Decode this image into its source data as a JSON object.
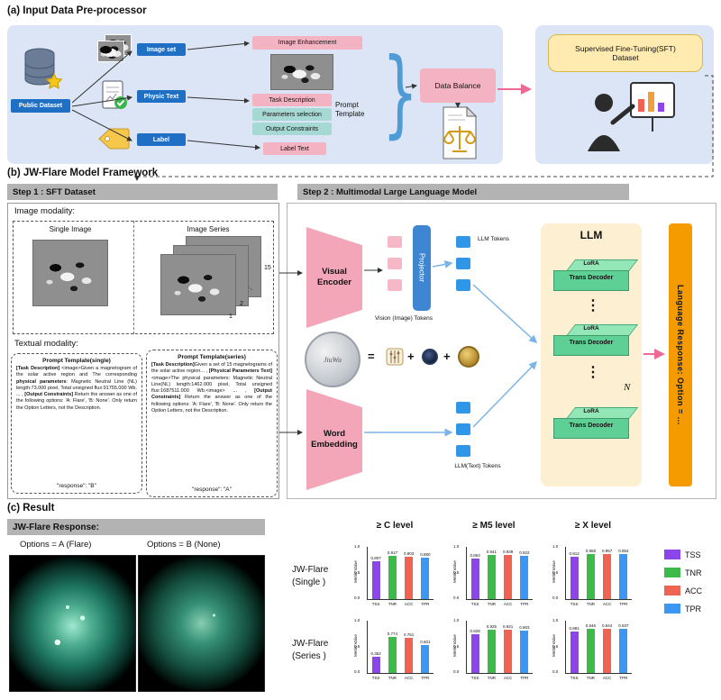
{
  "panel_a": {
    "title": "(a)  Input Data Pre-processor",
    "public_dataset": "Public Dataset",
    "image_set": "Image set",
    "physic_text": "Physic Text",
    "label": "Label",
    "image_enhancement": "Image Enhancement",
    "task_description": "Task Description",
    "parameters_selection": "Parameters selection",
    "output_constraints": "Output Constraints",
    "prompt_template": "Prompt Template",
    "label_text": "Label Text",
    "data_balance": "Data Balance",
    "brace": "}",
    "sft_line1": "Supervised Fine-Tuning(SFT)",
    "sft_line2": "Dataset"
  },
  "panel_b": {
    "title": "(b)  JW-Flare Model Framework",
    "step1_header": "Step 1 : SFT Dataset",
    "step2_header": "Step 2 : Multimodal  Large Language Model",
    "image_modality": "Image modality:",
    "single_image": "Single Image",
    "image_series": "Image Series",
    "series_count": "15",
    "series_num2": "2",
    "series_num1": "1",
    "series_ellipsis": "...",
    "textual_modality": "Textual modality:",
    "prompt_single": {
      "title": "Prompt Template(single)",
      "segments": [
        {
          "bold": "[Task Description] ",
          "text": "<image>Given a magnetogram of the solar active region and The corresponding "
        },
        {
          "bold": "physical parameters",
          "text": ": Magnetic Neutral Line (NL) length:73.000 pixel, Total unsigned flux:91755.000 Wb. ... , "
        },
        {
          "bold": "[Output Constraints] ",
          "text": "Return the answer as one of the following options: 'A: Flare', 'B: None'. Only return the Option Letters, not the Description."
        }
      ],
      "response": "\"response\": \"B\""
    },
    "prompt_series": {
      "title": "Prompt Template(series)",
      "segments": [
        {
          "bold": "[Task Description]",
          "text": "Given a set of 15 magnetograms of the solar active region... , "
        },
        {
          "bold": "[Physical Parameters Text]",
          "text": "<image>The physical parameters: Magnetic Neutral Line(NL) length:1462.000 pixel, Total unsigned flux:1687511.000 Wb.<image> ... , "
        },
        {
          "bold": "[Output Constraints] ",
          "text": "Return the answer as one of the following options: 'A: Flare', 'B: None'. Only return the Option Letters, not the Description."
        }
      ],
      "response": "\"response\": \"A\""
    },
    "visual_encoder": "Visual Encoder",
    "projector": "Projector",
    "vision_tokens": "Vision (Image) Tokens",
    "llm_tokens": "LLM Tokens",
    "word_embedding": "Word Embedding",
    "llm_text_tokens": "LLM(Text) Tokens",
    "llm": "LLM",
    "lora": "LoRA",
    "trans_decoder": "Trans Decoder",
    "n": "N",
    "jiuwu": "JiuWu",
    "equals": "=",
    "plus": "+",
    "vdots": "⋮",
    "response_box": "Language Response: Option = ..."
  },
  "panel_c": {
    "title": "(c) Result",
    "header": "JW-Flare Response:",
    "option_a": "Options = A (Flare)",
    "option_b": "Options = B (None)"
  },
  "chart_data": {
    "type": "bar",
    "titles": [
      "≥ C level",
      "≥ M5 level",
      "≥ X level"
    ],
    "categories": [
      "TSS",
      "TNR",
      "ACC",
      "TPR"
    ],
    "legend": [
      {
        "label": "TSS",
        "color": "#8b45e8"
      },
      {
        "label": "TNR",
        "color": "#3dbb4a"
      },
      {
        "label": "ACC",
        "color": "#ee6352"
      },
      {
        "label": "TPR",
        "color": "#3b97f2"
      }
    ],
    "ylabel": "Metric Value",
    "ylim": [
      0,
      1.0
    ],
    "grid": false,
    "legend_position": "right",
    "rows": [
      {
        "name_line1": "JW-Flare",
        "name_line2": "(Single )",
        "charts": [
          {
            "title": "≥ C level",
            "values": [
              0.807,
              0.917,
              0.903,
              0.88
            ]
          },
          {
            "title": "≥ M5 level",
            "values": [
              0.863,
              0.941,
              0.939,
              0.922
            ]
          },
          {
            "title": "≥ X level",
            "values": [
              0.912,
              0.958,
              0.957,
              0.954
            ]
          }
        ]
      },
      {
        "name_line1": "JW-Flare",
        "name_line2": "(Series )",
        "charts": [
          {
            "title": "≥ C level",
            "values": [
              0.352,
              0.774,
              0.751,
              0.601
            ]
          },
          {
            "title": "≥ M5 level",
            "values": [
              0.828,
              0.925,
              0.921,
              0.903
            ]
          },
          {
            "title": "≥ X level",
            "values": [
              0.881,
              0.946,
              0.944,
              0.937
            ]
          }
        ]
      }
    ]
  }
}
